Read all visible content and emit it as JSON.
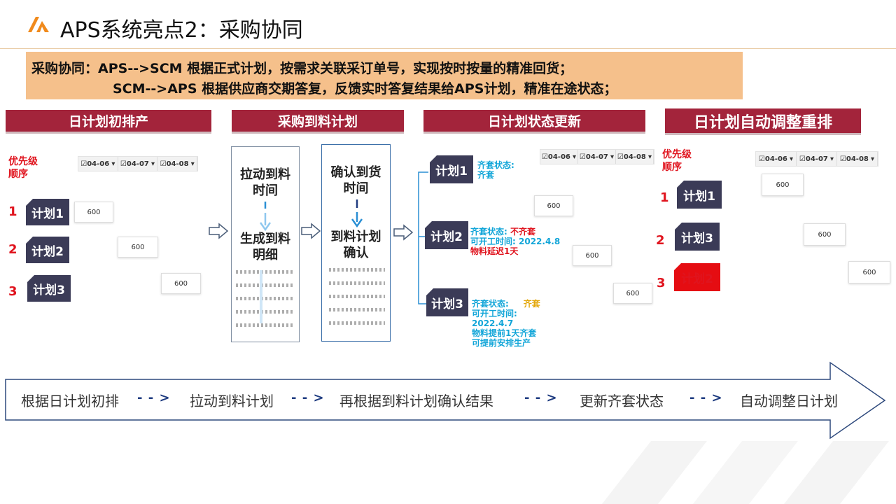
{
  "header": {
    "title": "APS系统亮点2：采购协同",
    "logo_icon": "aps-logo-icon"
  },
  "banner": {
    "line1": "采购协同：APS-->SCM 根据正式计划，按需求关联采订单号，实现按时按量的精准回货；",
    "line2": "SCM-->APS  根据供应商交期答复，反馈实时答复结果给APS计划，精准在途状态；"
  },
  "sections": {
    "s1": "日计划初排产",
    "s2": "采购到料计划",
    "s3": "日计划状态更新",
    "s4": "日计划自动调整重排"
  },
  "priority_label": "优先级顺序",
  "priority_line1": "优先级",
  "priority_line2": "顺序",
  "dates": [
    "04-06",
    "04-07",
    "04-08"
  ],
  "qty": "600",
  "s1_plans": [
    {
      "num": "1",
      "name": "计划1"
    },
    {
      "num": "2",
      "name": "计划2"
    },
    {
      "num": "3",
      "name": "计划3"
    }
  ],
  "panel_left": {
    "top": "拉动到料时间",
    "top_l1": "拉动到料",
    "top_l2": "时间",
    "bottom_l1": "生成到料",
    "bottom_l2": "明细"
  },
  "panel_right": {
    "top_l1": "确认到货",
    "top_l2": "时间",
    "bottom_l1": "到料计划",
    "bottom_l2": "确认"
  },
  "s3_plans": {
    "p1": {
      "name": "计划1",
      "status_label": "齐套状态:",
      "status_value": "齐套"
    },
    "p2": {
      "name": "计划2",
      "status_label": "齐套状态:",
      "status_value": "不齐套",
      "start_label": "可开工时间:",
      "start_value": "2022.4.8",
      "note": "物料延迟1天"
    },
    "p3": {
      "name": "计划3",
      "status_label": "齐套状态:",
      "status_value": "齐套",
      "start_label": "可开工时间:",
      "start_value": "2022.4.7",
      "note1": "物料提前1天齐套",
      "note2": "可提前安排生产"
    }
  },
  "s4_plans": [
    {
      "num": "1",
      "name": "计划1"
    },
    {
      "num": "2",
      "name": "计划3"
    },
    {
      "num": "3",
      "name": "计划2"
    }
  ],
  "flow": {
    "step1": "根据日计划初排",
    "step2": "拉动到料计划",
    "step3": "再根据到料计划确认结果",
    "step4": "更新齐套状态",
    "step5": "自动调整日计划",
    "arrow": "- - >"
  },
  "colors": {
    "section_header": "#a3243b",
    "banner": "#f5c08b",
    "tag": "#3b3b57",
    "tag_highlight": "#e50d12",
    "priority": "#e0141e",
    "status_info": "#11a5d8",
    "status_ok": "#e3a80d",
    "flow_arrow": "#1f3c80"
  }
}
